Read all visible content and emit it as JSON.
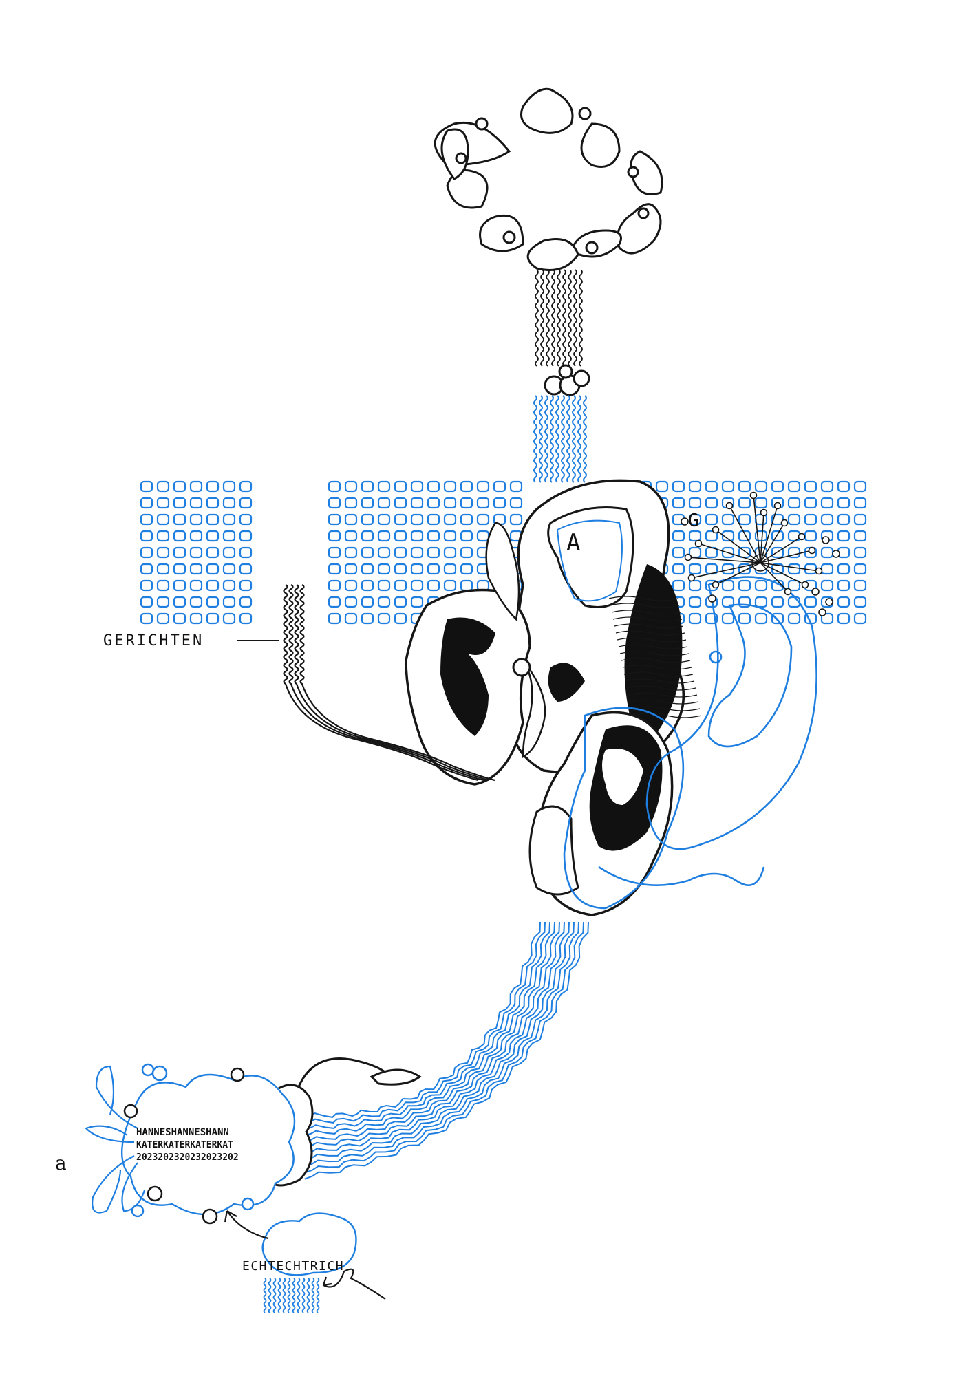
{
  "labels": {
    "gerichten": "GERICHTEN",
    "a_letter": "A",
    "g_letter": "G",
    "margin_letter": "a",
    "cloud_line1": "HANNESHANNESHANN",
    "cloud_line2": "KATERKATERKATERKAT",
    "cloud_line3": "2023202320232023202",
    "echtechtrich": "ECHTECHTRICH"
  },
  "colors": {
    "ink": "#161616",
    "blue": "#1f7fe0",
    "paper": "#ffffff"
  }
}
